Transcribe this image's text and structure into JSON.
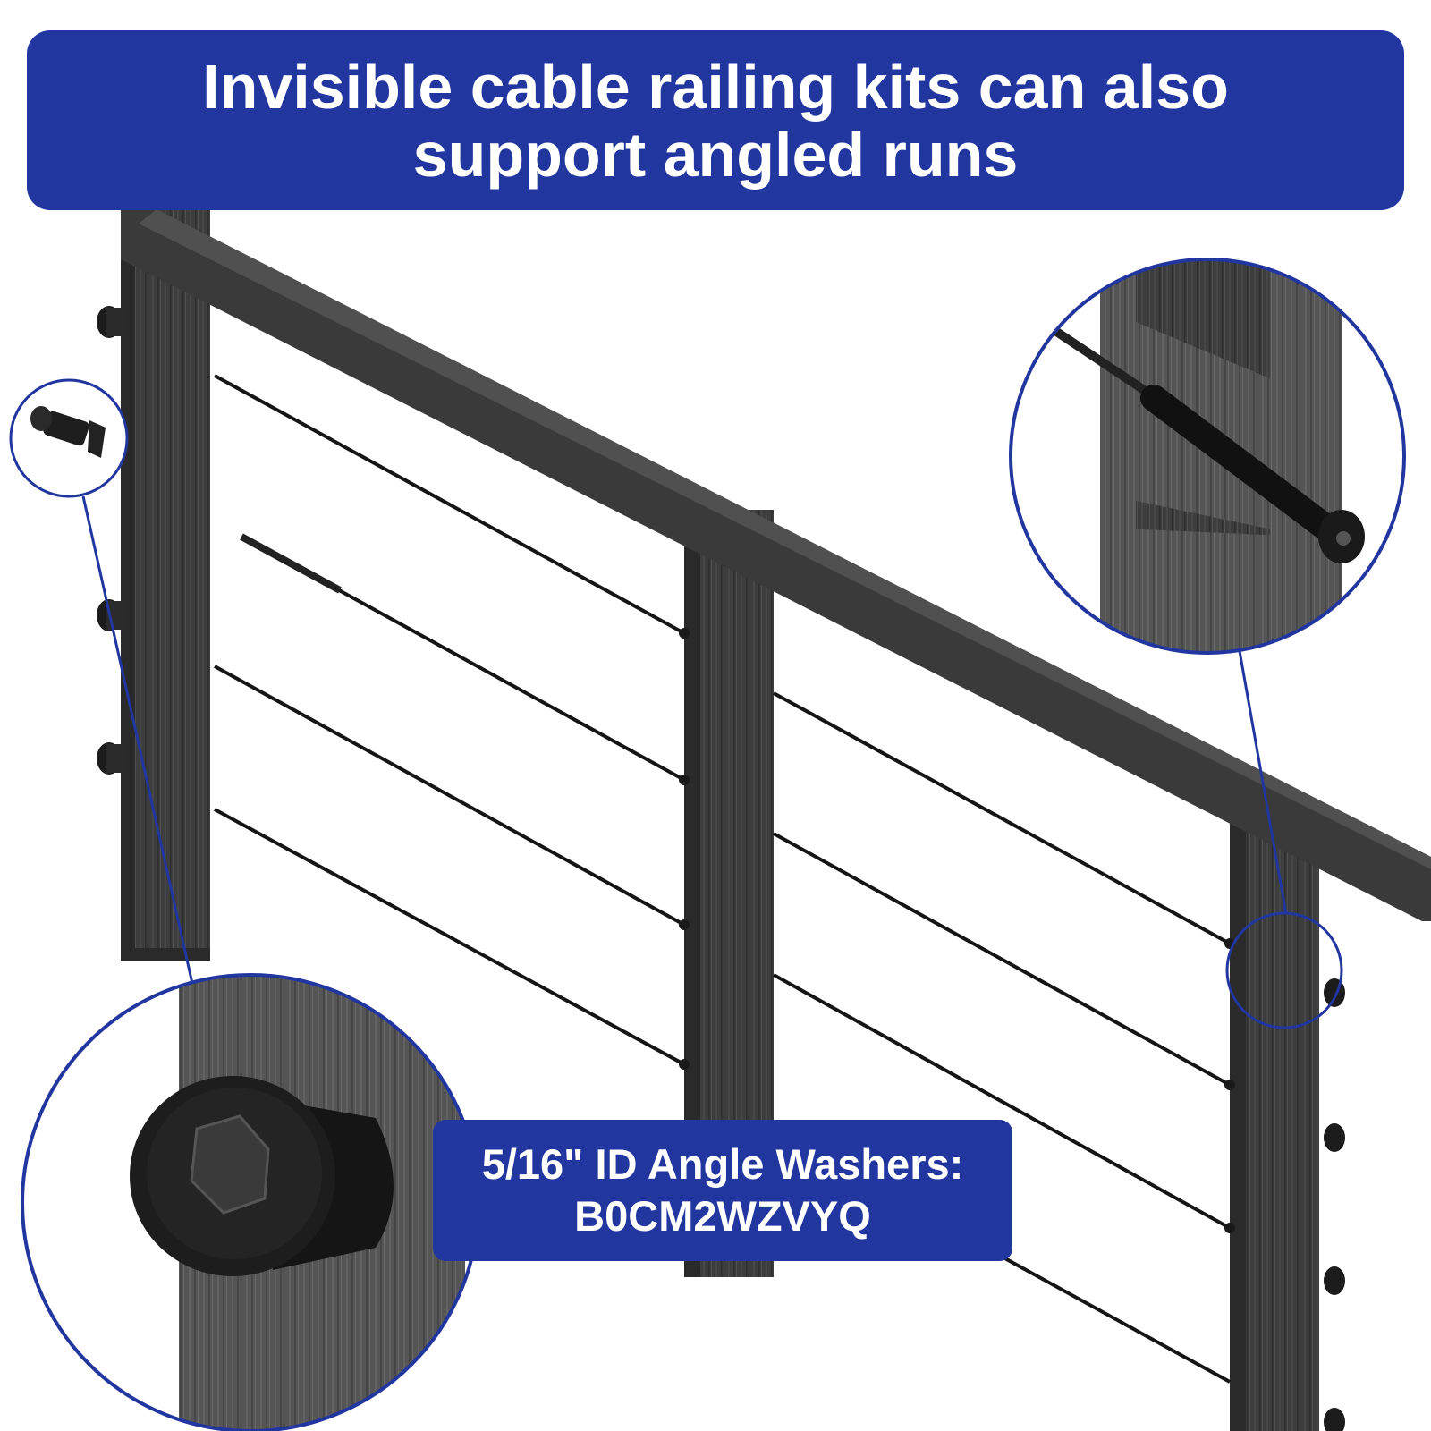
{
  "headline": {
    "line1": "Invisible cable railing kits can also",
    "line2": "support angled runs"
  },
  "product_label": {
    "line1": "5/16\" ID Angle Washers:",
    "line2": "B0CM2WZVYQ"
  },
  "colors": {
    "banner_blue": "#22369f",
    "text_white": "#ffffff",
    "post_dark": "#3c3c3c",
    "cable_black": "#151515",
    "callout_outline": "#22369f"
  },
  "icons": [
    "angle-washer-icon",
    "hex-socket-icon",
    "cable-tensioner-icon",
    "stair-railing-illustration"
  ]
}
